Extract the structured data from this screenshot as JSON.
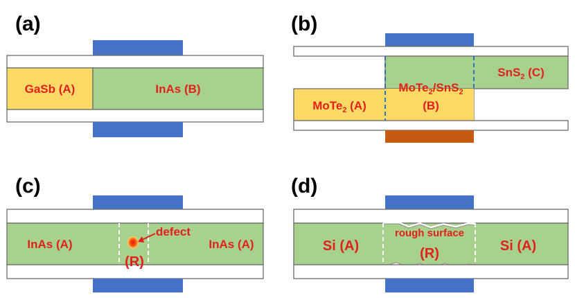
{
  "colors": {
    "gate_blue": "#4472c4",
    "gate_orange": "#c55a11",
    "green": "#a9d18e",
    "yellow": "#ffd966",
    "label_red": "#e0201b",
    "outline": "#6b6b6b",
    "divider_blue": "#2e75b6"
  },
  "panels": {
    "a": {
      "letter": "(a)",
      "region_left": "GaSb (A)",
      "region_right": "InAs (B)"
    },
    "b": {
      "letter": "(b)",
      "region_left_base": "MoTe",
      "region_left_sub": "2",
      "region_left_tail": " (A)",
      "mid_part1": "MoTe",
      "mid_sub1": "2",
      "mid_part2": "/SnS",
      "mid_sub2": "2",
      "mid_line2": "(B)",
      "right_base": "SnS",
      "right_sub": "2",
      "right_tail": " (C)"
    },
    "c": {
      "letter": "(c)",
      "region_left": "InAs (A)",
      "region_right": "InAs (A)",
      "defect_label": "defect",
      "center_label": "(R)"
    },
    "d": {
      "letter": "(d)",
      "region_left": "Si (A)",
      "region_right": "Si (A)",
      "center_label_1": "rough surface",
      "center_label_2": "(R)"
    }
  }
}
